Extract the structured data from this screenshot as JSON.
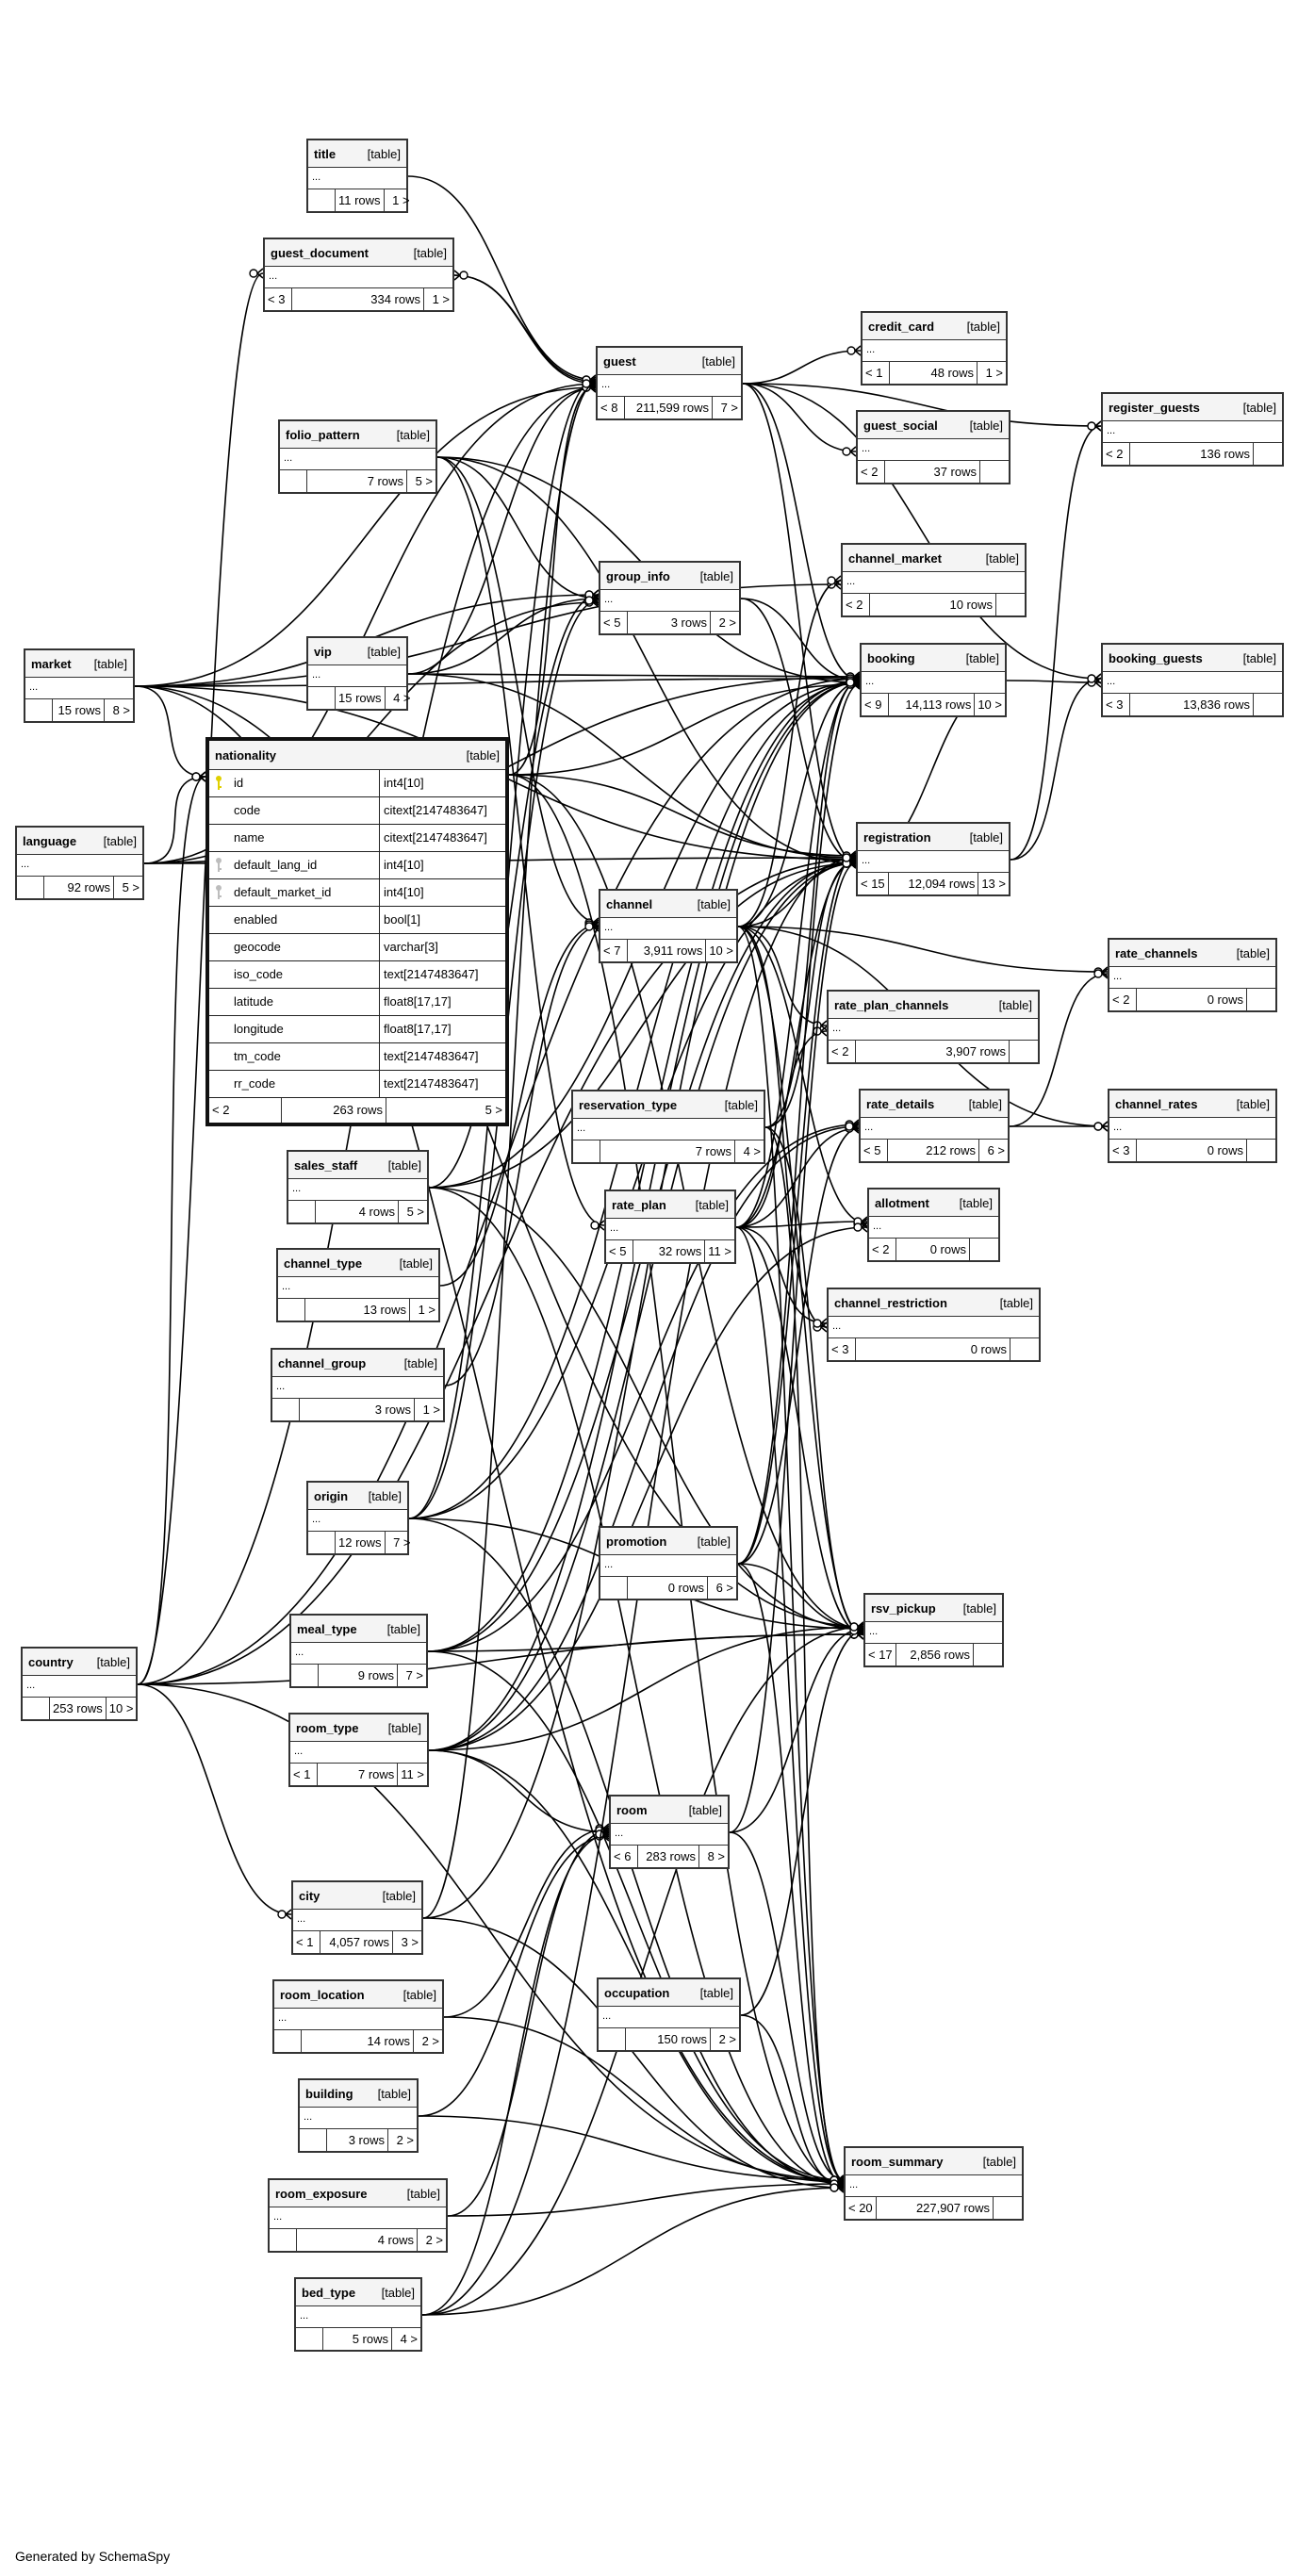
{
  "diagram": {
    "table_tag": "[table]",
    "ellipsis": "...",
    "footer": "Generated by SchemaSpy",
    "key_colors": {
      "primary": "#e0d000",
      "foreign": "#bdbdbd"
    }
  },
  "tables": {
    "title": {
      "name": "title",
      "parents": "",
      "rows": "11 rows",
      "children": "1 >"
    },
    "guest_document": {
      "name": "guest_document",
      "parents": "< 3",
      "rows": "334 rows",
      "children": "1 >"
    },
    "guest": {
      "name": "guest",
      "parents": "< 8",
      "rows": "211,599 rows",
      "children": "7 >"
    },
    "credit_card": {
      "name": "credit_card",
      "parents": "< 1",
      "rows": "48 rows",
      "children": "1 >"
    },
    "guest_social": {
      "name": "guest_social",
      "parents": "< 2",
      "rows": "37 rows",
      "children": ""
    },
    "register_guests": {
      "name": "register_guests",
      "parents": "< 2",
      "rows": "136 rows",
      "children": ""
    },
    "folio_pattern": {
      "name": "folio_pattern",
      "parents": "",
      "rows": "7 rows",
      "children": "5 >"
    },
    "group_info": {
      "name": "group_info",
      "parents": "< 5",
      "rows": "3 rows",
      "children": "2 >"
    },
    "channel_market": {
      "name": "channel_market",
      "parents": "< 2",
      "rows": "10 rows",
      "children": ""
    },
    "market": {
      "name": "market",
      "parents": "",
      "rows": "15 rows",
      "children": "8 >"
    },
    "vip": {
      "name": "vip",
      "parents": "",
      "rows": "15 rows",
      "children": "4 >"
    },
    "booking": {
      "name": "booking",
      "parents": "< 9",
      "rows": "14,113 rows",
      "children": "10 >"
    },
    "booking_guests": {
      "name": "booking_guests",
      "parents": "< 3",
      "rows": "13,836 rows",
      "children": ""
    },
    "language": {
      "name": "language",
      "parents": "",
      "rows": "92 rows",
      "children": "5 >"
    },
    "registration": {
      "name": "registration",
      "parents": "< 15",
      "rows": "12,094 rows",
      "children": "13 >"
    },
    "channel": {
      "name": "channel",
      "parents": "< 7",
      "rows": "3,911 rows",
      "children": "10 >"
    },
    "rate_channels": {
      "name": "rate_channels",
      "parents": "< 2",
      "rows": "0 rows",
      "children": ""
    },
    "rate_plan_channels": {
      "name": "rate_plan_channels",
      "parents": "< 2",
      "rows": "3,907 rows",
      "children": ""
    },
    "reservation_type": {
      "name": "reservation_type",
      "parents": "",
      "rows": "7 rows",
      "children": "4 >"
    },
    "rate_details": {
      "name": "rate_details",
      "parents": "< 5",
      "rows": "212 rows",
      "children": "6 >"
    },
    "channel_rates": {
      "name": "channel_rates",
      "parents": "< 3",
      "rows": "0 rows",
      "children": ""
    },
    "sales_staff": {
      "name": "sales_staff",
      "parents": "",
      "rows": "4 rows",
      "children": "5 >"
    },
    "rate_plan": {
      "name": "rate_plan",
      "parents": "< 5",
      "rows": "32 rows",
      "children": "11 >"
    },
    "allotment": {
      "name": "allotment",
      "parents": "< 2",
      "rows": "0 rows",
      "children": ""
    },
    "channel_type": {
      "name": "channel_type",
      "parents": "",
      "rows": "13 rows",
      "children": "1 >"
    },
    "channel_restriction": {
      "name": "channel_restriction",
      "parents": "< 3",
      "rows": "0 rows",
      "children": ""
    },
    "channel_group": {
      "name": "channel_group",
      "parents": "",
      "rows": "3 rows",
      "children": "1 >"
    },
    "origin": {
      "name": "origin",
      "parents": "",
      "rows": "12 rows",
      "children": "7 >"
    },
    "promotion": {
      "name": "promotion",
      "parents": "",
      "rows": "0 rows",
      "children": "6 >"
    },
    "rsv_pickup": {
      "name": "rsv_pickup",
      "parents": "< 17",
      "rows": "2,856 rows",
      "children": ""
    },
    "country": {
      "name": "country",
      "parents": "",
      "rows": "253 rows",
      "children": "10 >"
    },
    "meal_type": {
      "name": "meal_type",
      "parents": "",
      "rows": "9 rows",
      "children": "7 >"
    },
    "room_type": {
      "name": "room_type",
      "parents": "< 1",
      "rows": "7 rows",
      "children": "11 >"
    },
    "room": {
      "name": "room",
      "parents": "< 6",
      "rows": "283 rows",
      "children": "8 >"
    },
    "city": {
      "name": "city",
      "parents": "< 1",
      "rows": "4,057 rows",
      "children": "3 >"
    },
    "room_location": {
      "name": "room_location",
      "parents": "",
      "rows": "14 rows",
      "children": "2 >"
    },
    "occupation": {
      "name": "occupation",
      "parents": "",
      "rows": "150 rows",
      "children": "2 >"
    },
    "building": {
      "name": "building",
      "parents": "",
      "rows": "3 rows",
      "children": "2 >"
    },
    "room_summary": {
      "name": "room_summary",
      "parents": "< 20",
      "rows": "227,907 rows",
      "children": ""
    },
    "room_exposure": {
      "name": "room_exposure",
      "parents": "",
      "rows": "4 rows",
      "children": "2 >"
    },
    "bed_type": {
      "name": "bed_type",
      "parents": "",
      "rows": "5 rows",
      "children": "4 >"
    }
  },
  "nationality": {
    "name": "nationality",
    "parents": "< 2",
    "rows": "263 rows",
    "children": "5 >",
    "columns": [
      {
        "name": "id",
        "type": "int4[10]",
        "key": "primary"
      },
      {
        "name": "code",
        "type": "citext[2147483647]",
        "key": ""
      },
      {
        "name": "name",
        "type": "citext[2147483647]",
        "key": ""
      },
      {
        "name": "default_lang_id",
        "type": "int4[10]",
        "key": "foreign"
      },
      {
        "name": "default_market_id",
        "type": "int4[10]",
        "key": "foreign"
      },
      {
        "name": "enabled",
        "type": "bool[1]",
        "key": ""
      },
      {
        "name": "geocode",
        "type": "varchar[3]",
        "key": ""
      },
      {
        "name": "iso_code",
        "type": "text[2147483647]",
        "key": ""
      },
      {
        "name": "latitude",
        "type": "float8[17,17]",
        "key": ""
      },
      {
        "name": "longitude",
        "type": "float8[17,17]",
        "key": ""
      },
      {
        "name": "tm_code",
        "type": "text[2147483647]",
        "key": ""
      },
      {
        "name": "rr_code",
        "type": "text[2147483647]",
        "key": ""
      }
    ]
  },
  "relationships": [
    [
      "title",
      "guest"
    ],
    [
      "guest_document",
      "guest"
    ],
    [
      "guest",
      "guest_document"
    ],
    [
      "guest",
      "credit_card"
    ],
    [
      "guest",
      "guest_social"
    ],
    [
      "guest",
      "register_guests"
    ],
    [
      "guest",
      "booking_guests"
    ],
    [
      "guest",
      "booking"
    ],
    [
      "guest",
      "registration"
    ],
    [
      "market",
      "guest"
    ],
    [
      "market",
      "group_info"
    ],
    [
      "market",
      "booking"
    ],
    [
      "market",
      "registration"
    ],
    [
      "market",
      "nationality"
    ],
    [
      "market",
      "channel_market"
    ],
    [
      "market",
      "rsv_pickup"
    ],
    [
      "market",
      "room_summary"
    ],
    [
      "language",
      "guest"
    ],
    [
      "language",
      "nationality"
    ],
    [
      "language",
      "group_info"
    ],
    [
      "language",
      "booking"
    ],
    [
      "language",
      "registration"
    ],
    [
      "folio_pattern",
      "group_info"
    ],
    [
      "folio_pattern",
      "booking"
    ],
    [
      "folio_pattern",
      "registration"
    ],
    [
      "folio_pattern",
      "channel"
    ],
    [
      "folio_pattern",
      "rate_plan"
    ],
    [
      "group_info",
      "booking"
    ],
    [
      "group_info",
      "registration"
    ],
    [
      "vip",
      "guest"
    ],
    [
      "vip",
      "booking"
    ],
    [
      "vip",
      "registration"
    ],
    [
      "vip",
      "group_info"
    ],
    [
      "nationality",
      "guest"
    ],
    [
      "nationality",
      "booking"
    ],
    [
      "nationality",
      "registration"
    ],
    [
      "nationality",
      "rsv_pickup"
    ],
    [
      "nationality",
      "room_summary"
    ],
    [
      "booking",
      "booking_guests"
    ],
    [
      "booking",
      "registration"
    ],
    [
      "registration",
      "register_guests"
    ],
    [
      "registration",
      "booking_guests"
    ],
    [
      "channel",
      "channel_market"
    ],
    [
      "channel",
      "booking"
    ],
    [
      "channel",
      "registration"
    ],
    [
      "channel",
      "rate_channels"
    ],
    [
      "channel",
      "rate_plan_channels"
    ],
    [
      "channel",
      "channel_rates"
    ],
    [
      "channel",
      "channel_restriction"
    ],
    [
      "channel",
      "rsv_pickup"
    ],
    [
      "channel",
      "room_summary"
    ],
    [
      "channel",
      "allotment"
    ],
    [
      "reservation_type",
      "booking"
    ],
    [
      "reservation_type",
      "registration"
    ],
    [
      "reservation_type",
      "rsv_pickup"
    ],
    [
      "reservation_type",
      "room_summary"
    ],
    [
      "rate_details",
      "rate_channels"
    ],
    [
      "rate_details",
      "channel_rates"
    ],
    [
      "sales_staff",
      "booking"
    ],
    [
      "sales_staff",
      "registration"
    ],
    [
      "sales_staff",
      "group_info"
    ],
    [
      "sales_staff",
      "rsv_pickup"
    ],
    [
      "sales_staff",
      "room_summary"
    ],
    [
      "rate_plan",
      "rate_details"
    ],
    [
      "rate_plan",
      "rate_plan_channels"
    ],
    [
      "rate_plan",
      "allotment"
    ],
    [
      "rate_plan",
      "channel_restriction"
    ],
    [
      "rate_plan",
      "booking"
    ],
    [
      "rate_plan",
      "registration"
    ],
    [
      "rate_plan",
      "rsv_pickup"
    ],
    [
      "rate_plan",
      "room_summary"
    ],
    [
      "channel_type",
      "channel"
    ],
    [
      "channel_group",
      "channel"
    ],
    [
      "origin",
      "booking"
    ],
    [
      "origin",
      "registration"
    ],
    [
      "origin",
      "guest"
    ],
    [
      "origin",
      "rsv_pickup"
    ],
    [
      "origin",
      "room_summary"
    ],
    [
      "origin",
      "group_info"
    ],
    [
      "promotion",
      "booking"
    ],
    [
      "promotion",
      "registration"
    ],
    [
      "promotion",
      "rsv_pickup"
    ],
    [
      "promotion",
      "room_summary"
    ],
    [
      "promotion",
      "rate_details"
    ],
    [
      "country",
      "guest"
    ],
    [
      "country",
      "city"
    ],
    [
      "country",
      "booking"
    ],
    [
      "country",
      "registration"
    ],
    [
      "country",
      "nationality"
    ],
    [
      "country",
      "rsv_pickup"
    ],
    [
      "country",
      "room_summary"
    ],
    [
      "country",
      "guest_document"
    ],
    [
      "meal_type",
      "booking"
    ],
    [
      "meal_type",
      "registration"
    ],
    [
      "meal_type",
      "rsv_pickup"
    ],
    [
      "meal_type",
      "room_summary"
    ],
    [
      "meal_type",
      "rate_details"
    ],
    [
      "room_type",
      "room"
    ],
    [
      "room_type",
      "booking"
    ],
    [
      "room_type",
      "registration"
    ],
    [
      "room_type",
      "rsv_pickup"
    ],
    [
      "room_type",
      "room_summary"
    ],
    [
      "room_type",
      "rate_details"
    ],
    [
      "room_type",
      "allotment"
    ],
    [
      "room",
      "registration"
    ],
    [
      "room",
      "room_summary"
    ],
    [
      "room",
      "rsv_pickup"
    ],
    [
      "city",
      "guest"
    ],
    [
      "city",
      "booking"
    ],
    [
      "city",
      "room_summary"
    ],
    [
      "room_location",
      "room"
    ],
    [
      "room_location",
      "room_summary"
    ],
    [
      "occupation",
      "rsv_pickup"
    ],
    [
      "occupation",
      "room_summary"
    ],
    [
      "building",
      "room"
    ],
    [
      "building",
      "room_summary"
    ],
    [
      "room_exposure",
      "room"
    ],
    [
      "room_exposure",
      "room_summary"
    ],
    [
      "bed_type",
      "room"
    ],
    [
      "bed_type",
      "room_summary"
    ],
    [
      "bed_type",
      "rsv_pickup"
    ],
    [
      "bed_type",
      "registration"
    ]
  ]
}
